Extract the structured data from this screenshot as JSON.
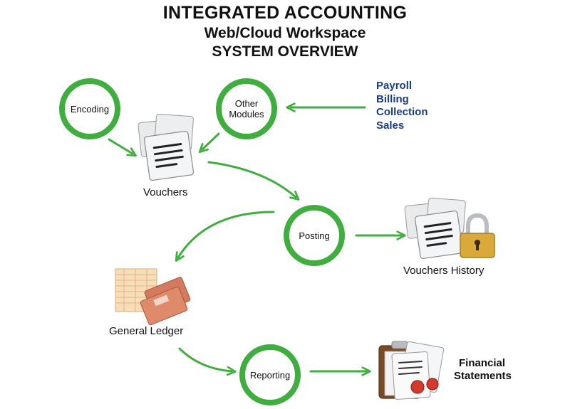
{
  "title": {
    "line1": "INTEGRATED ACCOUNTING",
    "line2": "Web/Cloud Workspace",
    "line3": "SYSTEM OVERVIEW"
  },
  "nodes": {
    "encoding": "Encoding",
    "other_modules_1": "Other",
    "other_modules_2": "Modules",
    "posting": "Posting",
    "reporting": "Reporting"
  },
  "modules": [
    "Payroll",
    "Billing",
    "Collection",
    "Sales"
  ],
  "labels": {
    "vouchers": "Vouchers",
    "vouchers_history": "Vouchers History",
    "general_ledger": "General Ledger",
    "financial_1": "Financial",
    "financial_2": "Statements"
  },
  "colors": {
    "ring": "#3fae3f",
    "arrow": "#3fae3f",
    "modules_text": "#1b3d86"
  },
  "icons": {
    "vouchers": "documents-stack-icon",
    "vouchers_history": "locked-documents-icon",
    "general_ledger": "ledger-folders-icon",
    "financial_statements": "clipboard-certificate-icon"
  }
}
